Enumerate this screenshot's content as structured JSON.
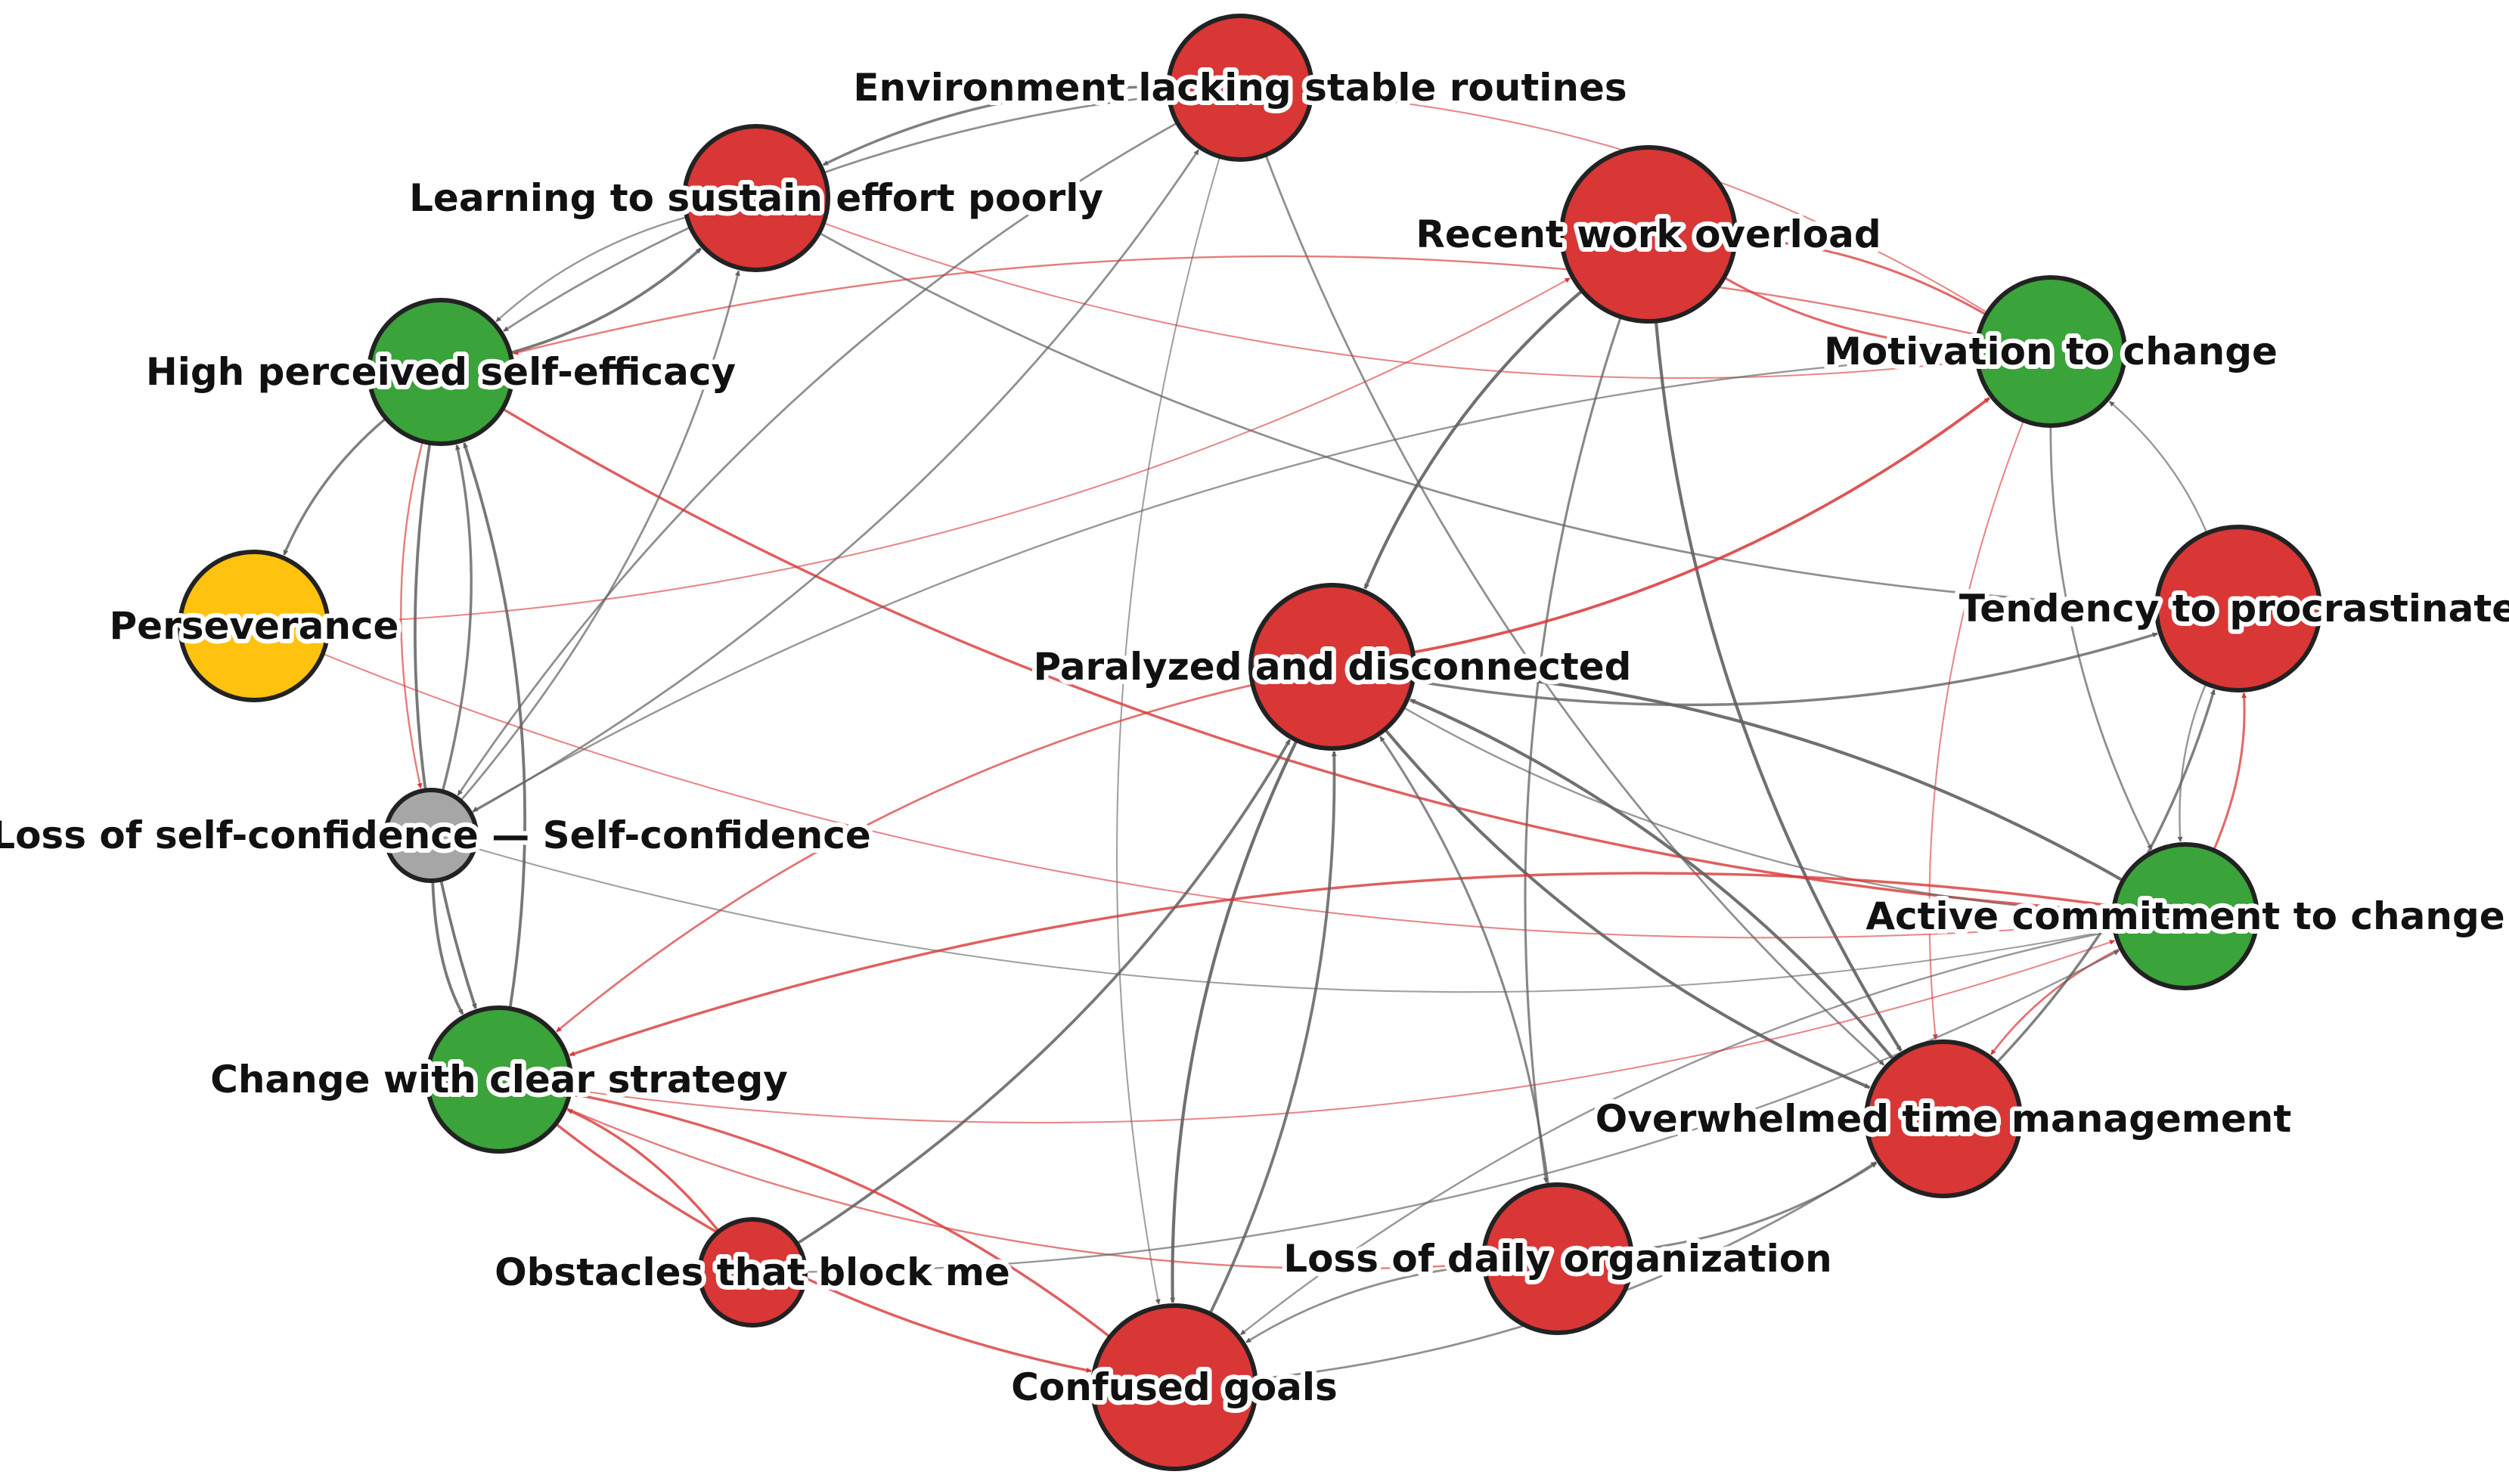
{
  "colors": {
    "risk": "#d93636",
    "protective": "#3aa33a",
    "resource": "#ffc20e",
    "neutral": "#a6a6a6",
    "edge_positive": "#606060",
    "edge_negative": "#d93636"
  },
  "nodes": [
    {
      "id": "env",
      "label": "Environment lacking stable routines",
      "kind": "risk"
    },
    {
      "id": "learn",
      "label": "Learning to sustain effort poorly",
      "kind": "risk"
    },
    {
      "id": "overload",
      "label": "Recent work overload",
      "kind": "risk"
    },
    {
      "id": "motiv",
      "label": "Motivation to change",
      "kind": "protective"
    },
    {
      "id": "selfeff",
      "label": "High perceived self-efficacy",
      "kind": "protective"
    },
    {
      "id": "persev",
      "label": "Perseverance",
      "kind": "resource"
    },
    {
      "id": "procrast",
      "label": "Tendency to procrastinate",
      "kind": "risk"
    },
    {
      "id": "paral",
      "label": "Paralyzed and disconnected",
      "kind": "risk"
    },
    {
      "id": "lossconf",
      "label": "Loss of self-confidence — Self-confidence",
      "kind": "neutral"
    },
    {
      "id": "active",
      "label": "Active commitment to change",
      "kind": "protective"
    },
    {
      "id": "clearstrat",
      "label": "Change with clear strategy",
      "kind": "protective"
    },
    {
      "id": "overwhelm",
      "label": "Overwhelmed time management",
      "kind": "risk"
    },
    {
      "id": "lossorg",
      "label": "Loss of daily organization",
      "kind": "risk"
    },
    {
      "id": "obstacles",
      "label": "Obstacles that block me",
      "kind": "risk"
    },
    {
      "id": "confused",
      "label": "Confused goals",
      "kind": "risk"
    }
  ],
  "edges": [
    {
      "from": "env",
      "to": "learn",
      "sign": "positive",
      "weight": 0.7
    },
    {
      "from": "env",
      "to": "selfeff",
      "sign": "positive",
      "weight": 0.5
    },
    {
      "from": "env",
      "to": "lossconf",
      "sign": "positive",
      "weight": 0.5
    },
    {
      "from": "env",
      "to": "confused",
      "sign": "positive",
      "weight": 0.3
    },
    {
      "from": "env",
      "to": "overwhelm",
      "sign": "positive",
      "weight": 0.5
    },
    {
      "from": "learn",
      "to": "selfeff",
      "sign": "positive",
      "weight": 0.4
    },
    {
      "from": "learn",
      "to": "procrast",
      "sign": "positive",
      "weight": 0.5
    },
    {
      "from": "learn",
      "to": "motiv",
      "sign": "negative",
      "weight": 0.3
    },
    {
      "from": "selfeff",
      "to": "learn",
      "sign": "positive",
      "weight": 0.8
    },
    {
      "from": "selfeff",
      "to": "persev",
      "sign": "positive",
      "weight": 0.7
    },
    {
      "from": "selfeff",
      "to": "clearstrat",
      "sign": "positive",
      "weight": 0.8
    },
    {
      "from": "selfeff",
      "to": "active",
      "sign": "negative",
      "weight": 0.7
    },
    {
      "from": "selfeff",
      "to": "lossconf",
      "sign": "negative",
      "weight": 0.4
    },
    {
      "from": "overload",
      "to": "paral",
      "sign": "positive",
      "weight": 0.9
    },
    {
      "from": "overload",
      "to": "overwhelm",
      "sign": "positive",
      "weight": 0.9
    },
    {
      "from": "overload",
      "to": "lossorg",
      "sign": "positive",
      "weight": 0.6
    },
    {
      "from": "overload",
      "to": "motiv",
      "sign": "negative",
      "weight": 0.6
    },
    {
      "from": "motiv",
      "to": "overload",
      "sign": "negative",
      "weight": 0.6
    },
    {
      "from": "motiv",
      "to": "selfeff",
      "sign": "negative",
      "weight": 0.4
    },
    {
      "from": "motiv",
      "to": "env",
      "sign": "negative",
      "weight": 0.3
    },
    {
      "from": "motiv",
      "to": "active",
      "sign": "positive",
      "weight": 0.5
    },
    {
      "from": "motiv",
      "to": "overwhelm",
      "sign": "negative",
      "weight": 0.3
    },
    {
      "from": "motiv",
      "to": "lossconf",
      "sign": "positive",
      "weight": 0.4
    },
    {
      "from": "persev",
      "to": "overload",
      "sign": "negative",
      "weight": 0.3
    },
    {
      "from": "persev",
      "to": "active",
      "sign": "negative",
      "weight": 0.3
    },
    {
      "from": "procrast",
      "to": "motiv",
      "sign": "positive",
      "weight": 0.4
    },
    {
      "from": "procrast",
      "to": "active",
      "sign": "positive",
      "weight": 0.4
    },
    {
      "from": "paral",
      "to": "procrast",
      "sign": "positive",
      "weight": 0.7
    },
    {
      "from": "paral",
      "to": "motiv",
      "sign": "negative",
      "weight": 0.8
    },
    {
      "from": "paral",
      "to": "clearstrat",
      "sign": "negative",
      "weight": 0.5
    },
    {
      "from": "paral",
      "to": "confused",
      "sign": "positive",
      "weight": 0.9
    },
    {
      "from": "paral",
      "to": "overwhelm",
      "sign": "positive",
      "weight": 0.9
    },
    {
      "from": "paral",
      "to": "active",
      "sign": "positive",
      "weight": 0.4
    },
    {
      "from": "lossconf",
      "to": "env",
      "sign": "positive",
      "weight": 0.5
    },
    {
      "from": "lossconf",
      "to": "learn",
      "sign": "positive",
      "weight": 0.5
    },
    {
      "from": "lossconf",
      "to": "selfeff",
      "sign": "positive",
      "weight": 0.7
    },
    {
      "from": "lossconf",
      "to": "clearstrat",
      "sign": "positive",
      "weight": 0.8
    },
    {
      "from": "lossconf",
      "to": "active",
      "sign": "positive",
      "weight": 0.3
    },
    {
      "from": "active",
      "to": "paral",
      "sign": "positive",
      "weight": 0.9
    },
    {
      "from": "active",
      "to": "clearstrat",
      "sign": "negative",
      "weight": 0.7
    },
    {
      "from": "active",
      "to": "procrast",
      "sign": "negative",
      "weight": 0.6
    },
    {
      "from": "active",
      "to": "confused",
      "sign": "positive",
      "weight": 0.4
    },
    {
      "from": "active",
      "to": "overwhelm",
      "sign": "negative",
      "weight": 0.5
    },
    {
      "from": "clearstrat",
      "to": "selfeff",
      "sign": "positive",
      "weight": 0.8
    },
    {
      "from": "clearstrat",
      "to": "confused",
      "sign": "negative",
      "weight": 0.7
    },
    {
      "from": "clearstrat",
      "to": "lossorg",
      "sign": "negative",
      "weight": 0.4
    },
    {
      "from": "clearstrat",
      "to": "active",
      "sign": "negative",
      "weight": 0.3
    },
    {
      "from": "overwhelm",
      "to": "paral",
      "sign": "positive",
      "weight": 0.9
    },
    {
      "from": "overwhelm",
      "to": "procrast",
      "sign": "positive",
      "weight": 0.7
    },
    {
      "from": "lossorg",
      "to": "paral",
      "sign": "positive",
      "weight": 0.6
    },
    {
      "from": "lossorg",
      "to": "overwhelm",
      "sign": "positive",
      "weight": 0.6
    },
    {
      "from": "lossorg",
      "to": "confused",
      "sign": "positive",
      "weight": 0.5
    },
    {
      "from": "obstacles",
      "to": "paral",
      "sign": "positive",
      "weight": 0.8
    },
    {
      "from": "obstacles",
      "to": "clearstrat",
      "sign": "negative",
      "weight": 0.7
    },
    {
      "from": "obstacles",
      "to": "active",
      "sign": "positive",
      "weight": 0.4
    },
    {
      "from": "confused",
      "to": "paral",
      "sign": "positive",
      "weight": 0.8
    },
    {
      "from": "confused",
      "to": "clearstrat",
      "sign": "negative",
      "weight": 0.7
    },
    {
      "from": "confused",
      "to": "overwhelm",
      "sign": "positive",
      "weight": 0.5
    }
  ]
}
